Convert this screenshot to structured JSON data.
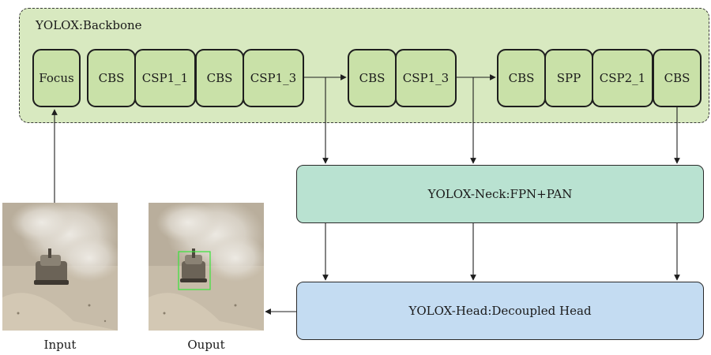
{
  "backbone": {
    "title": "YOLOX:Backbone",
    "blocks": [
      "Focus",
      "CBS",
      "CSP1_1",
      "CBS",
      "CSP1_3",
      "CBS",
      "CSP1_3",
      "CBS",
      "SPP",
      "CSP2_1",
      "CBS"
    ]
  },
  "neck": {
    "label": "YOLOX-Neck:FPN+PAN"
  },
  "head": {
    "label": "YOLOX-Head:Decoupled Head"
  },
  "images": {
    "input_caption": "Input",
    "output_caption": "Ouput"
  },
  "colors": {
    "backbone_bg": "#d8e9c0",
    "block_fill": "#c9e1a8",
    "neck_fill": "#b9e2d1",
    "head_fill": "#c4dcf2",
    "detection_box": "#39e33a"
  }
}
